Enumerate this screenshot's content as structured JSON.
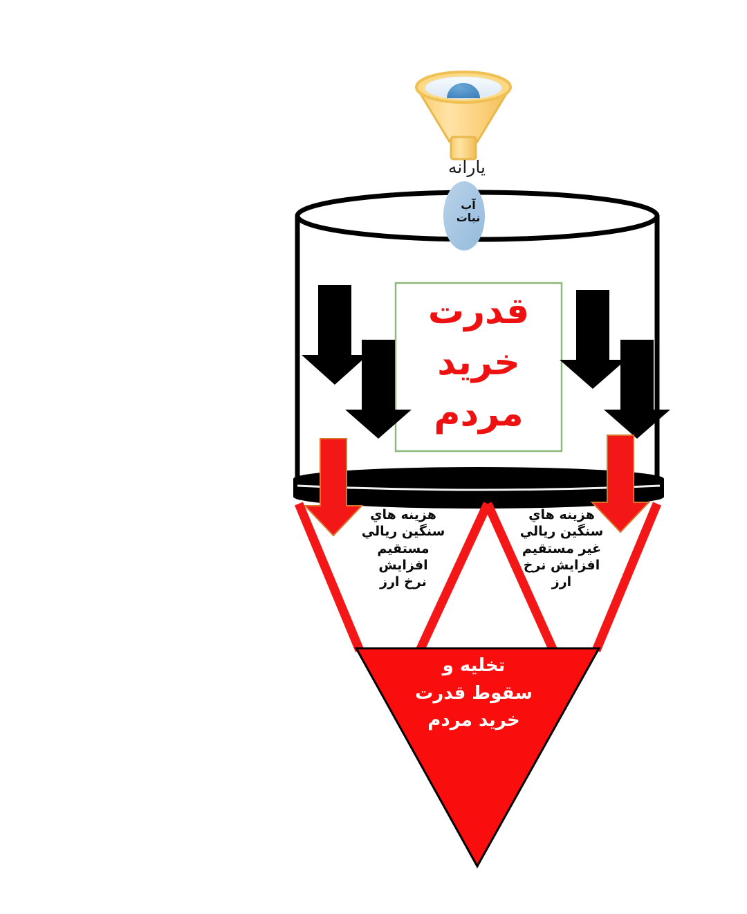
{
  "figure": {
    "title_text_direction": "rtl",
    "language": "fa",
    "background_color": "#ffffff"
  },
  "funnel": {
    "name": "subsidy-funnel",
    "caption": "یارانه",
    "body_color": "#fcd985",
    "rim_color": "#f5c342",
    "inner_color": "#eef3fa",
    "drop_color": "#4a8fc7"
  },
  "tank": {
    "name": "purchasing-power-tank",
    "outline_color": "#000000",
    "band_color": "#000000",
    "inner_box_border": "#8db87a",
    "center_text": "قدرت\nخرید\nمردم",
    "center_text_color": "#ee1111"
  },
  "candy_bubble": {
    "label": "آب\nنبات",
    "fill_color": "#a8c6e2",
    "text_color": "#101010"
  },
  "arrows": {
    "black_pressure_arrows": [
      {
        "name": "black-arrow-outer-left",
        "color": "#000000"
      },
      {
        "name": "black-arrow-inner-left",
        "color": "#000000"
      },
      {
        "name": "black-arrow-inner-right",
        "color": "#000000"
      },
      {
        "name": "black-arrow-outer-right",
        "color": "#000000"
      }
    ],
    "red_drain_arrows": [
      {
        "name": "red-arrow-left",
        "color": "#f41717"
      },
      {
        "name": "red-arrow-right",
        "color": "#f41717"
      }
    ]
  },
  "captions": {
    "left_cost": "هزینه هاي\nسنگین ریالي\nمستقیم افزایش\nنرخ ارز",
    "right_cost": "هزینه هاي\nسنگین ریالي\nغیر مستقیم\nافزایش نرخ\nارز",
    "text_color": "#0b0b0b"
  },
  "outcome_triangle": {
    "name": "collapse-triangle",
    "label": "تخلیه و\nسقوط قدرت\nخرید مردم",
    "fill_color": "#fa0d0d",
    "stroke_color": "#000000",
    "label_color": "#ffffff"
  },
  "funnel_v_outline": {
    "name": "red-funnel-outline",
    "stroke_color": "#f41717",
    "stroke_width": 13
  }
}
